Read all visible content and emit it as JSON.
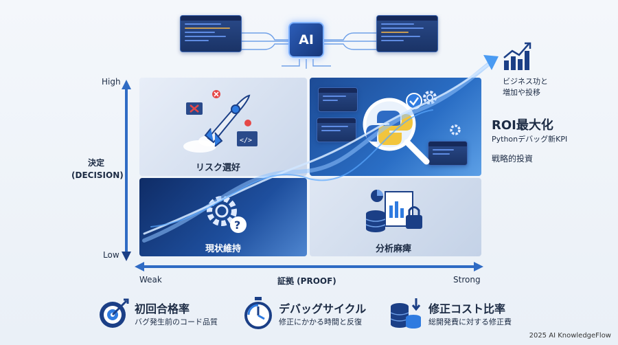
{
  "chip": {
    "label": "AI"
  },
  "axes": {
    "y_high": "High",
    "y_low": "Low",
    "y_title_jp": "決定",
    "y_title_en": "(DECISION)",
    "x_weak": "Weak",
    "x_strong": "Strong",
    "x_title": "証拠 (PROOF)"
  },
  "quadrants": {
    "top_left": "リスク選好",
    "bottom_left": "現状維持",
    "bottom_right": "分析麻痺"
  },
  "right_panel": {
    "growth_line1": "ビジネス功と",
    "growth_line2": "増加や投移",
    "roi_title": "ROI最大化",
    "roi_sub": "Pythonデバッグ新KPI",
    "strategy": "戦略的投資"
  },
  "metrics": [
    {
      "title": "初回合格率",
      "sub": "バグ発生前のコード品質"
    },
    {
      "title": "デバッグサイクル",
      "sub": "修正にかかる時間と反復"
    },
    {
      "title": "修正コスト比率",
      "sub": "総開発費に対する修正費"
    }
  ],
  "footer": "2025 AI KnowledgeFlow",
  "colors": {
    "accent": "#2f7be0",
    "dark_blue": "#1b3f86",
    "text": "#1c2b44"
  }
}
